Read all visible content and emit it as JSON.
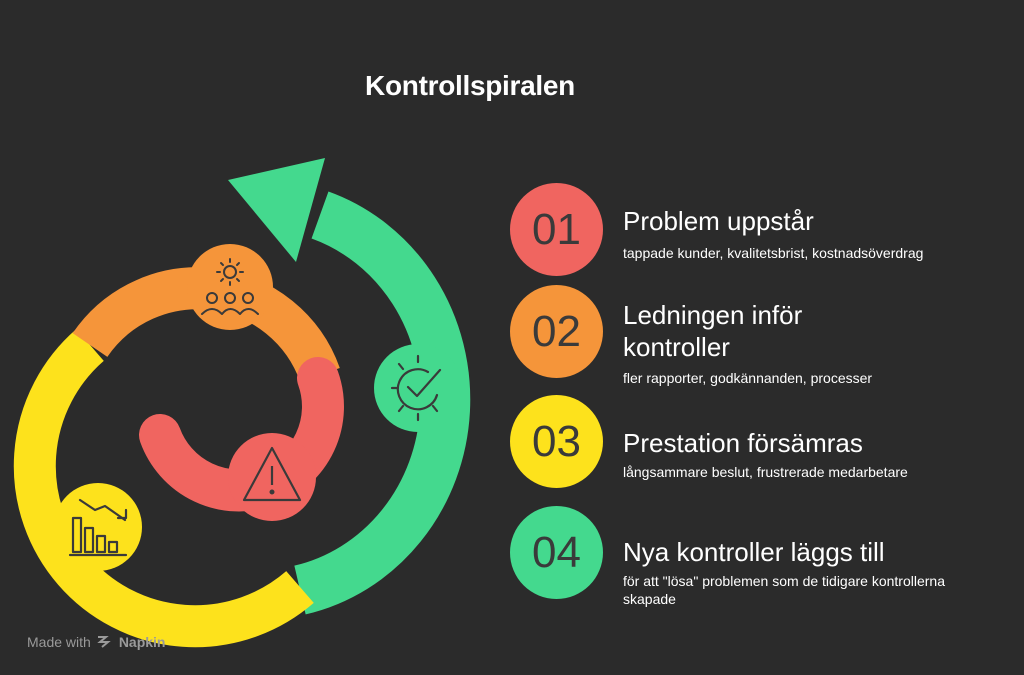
{
  "title": "Kontrollspiralen",
  "steps": [
    {
      "number": "01",
      "title": "Problem uppstår",
      "description": "tappade kunder, kvalitetsbrist, kostnadsöverdrag",
      "color": "#f06560"
    },
    {
      "number": "02",
      "title": "Ledningen inför kontroller",
      "description": "fler rapporter, godkännanden, processer",
      "color": "#f5953a"
    },
    {
      "number": "03",
      "title": "Prestation försämras",
      "description": "långsammare beslut, frustrerade medarbetare",
      "color": "#fde21c"
    },
    {
      "number": "04",
      "title": "Nya kontroller läggs till",
      "description": "för att \"lösa\" problemen som de tidigare kontrollerna skapade",
      "color": "#44d98e"
    }
  ],
  "icons": [
    "gear-people-icon",
    "gear-check-icon",
    "warning-icon",
    "declining-chart-icon",
    "napkin-logo-icon"
  ],
  "footer": {
    "made_with": "Made with",
    "brand": "Napkin"
  }
}
